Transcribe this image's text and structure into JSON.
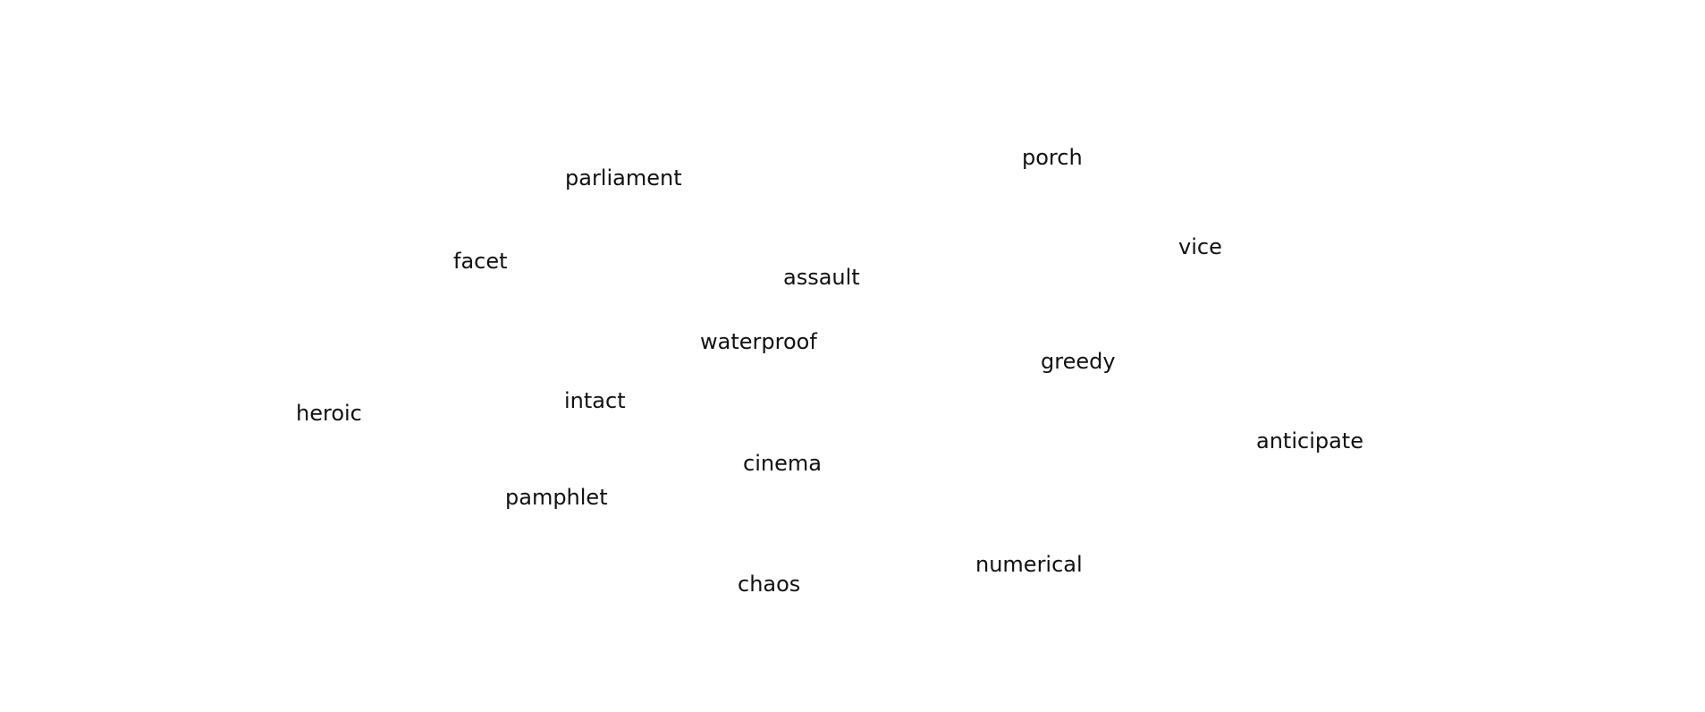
{
  "words": [
    "parliament",
    "porch",
    "facet",
    "assault",
    "vice",
    "waterproof",
    "greedy",
    "heroic",
    "intact",
    "anticipate",
    "cinema",
    "pamphlet",
    "numerical",
    "chaos"
  ],
  "colors": {
    "background": "#ffffff",
    "text": "#111111"
  }
}
